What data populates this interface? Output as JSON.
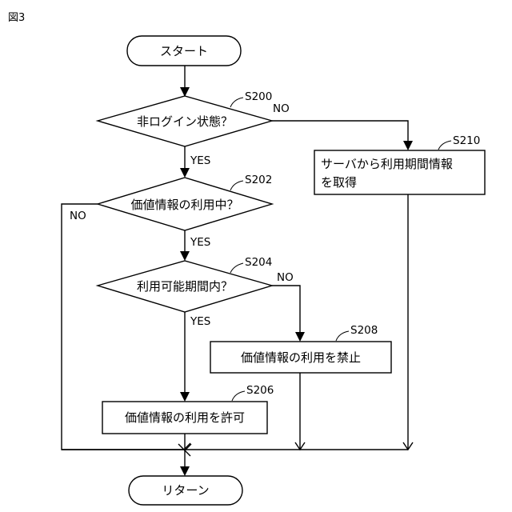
{
  "figure_label": "図3",
  "nodes": {
    "start": "スタート",
    "s200": "非ログイン状態？",
    "s202": "価値情報の利用中？",
    "s204": "利用可能期間内？",
    "s206": "価値情報の利用を許可",
    "s208": "価値情報の利用を禁止",
    "s210_line1": "サーバから利用期間情報",
    "s210_line2": "を取得",
    "end": "リターン"
  },
  "step_labels": {
    "s200": "S200",
    "s202": "S202",
    "s204": "S204",
    "s206": "S206",
    "s208": "S208",
    "s210": "S210"
  },
  "edge_labels": {
    "s200_yes": "YES",
    "s200_no": "NO",
    "s202_yes": "YES",
    "s202_no": "NO",
    "s204_yes": "YES",
    "s204_no": "NO"
  }
}
